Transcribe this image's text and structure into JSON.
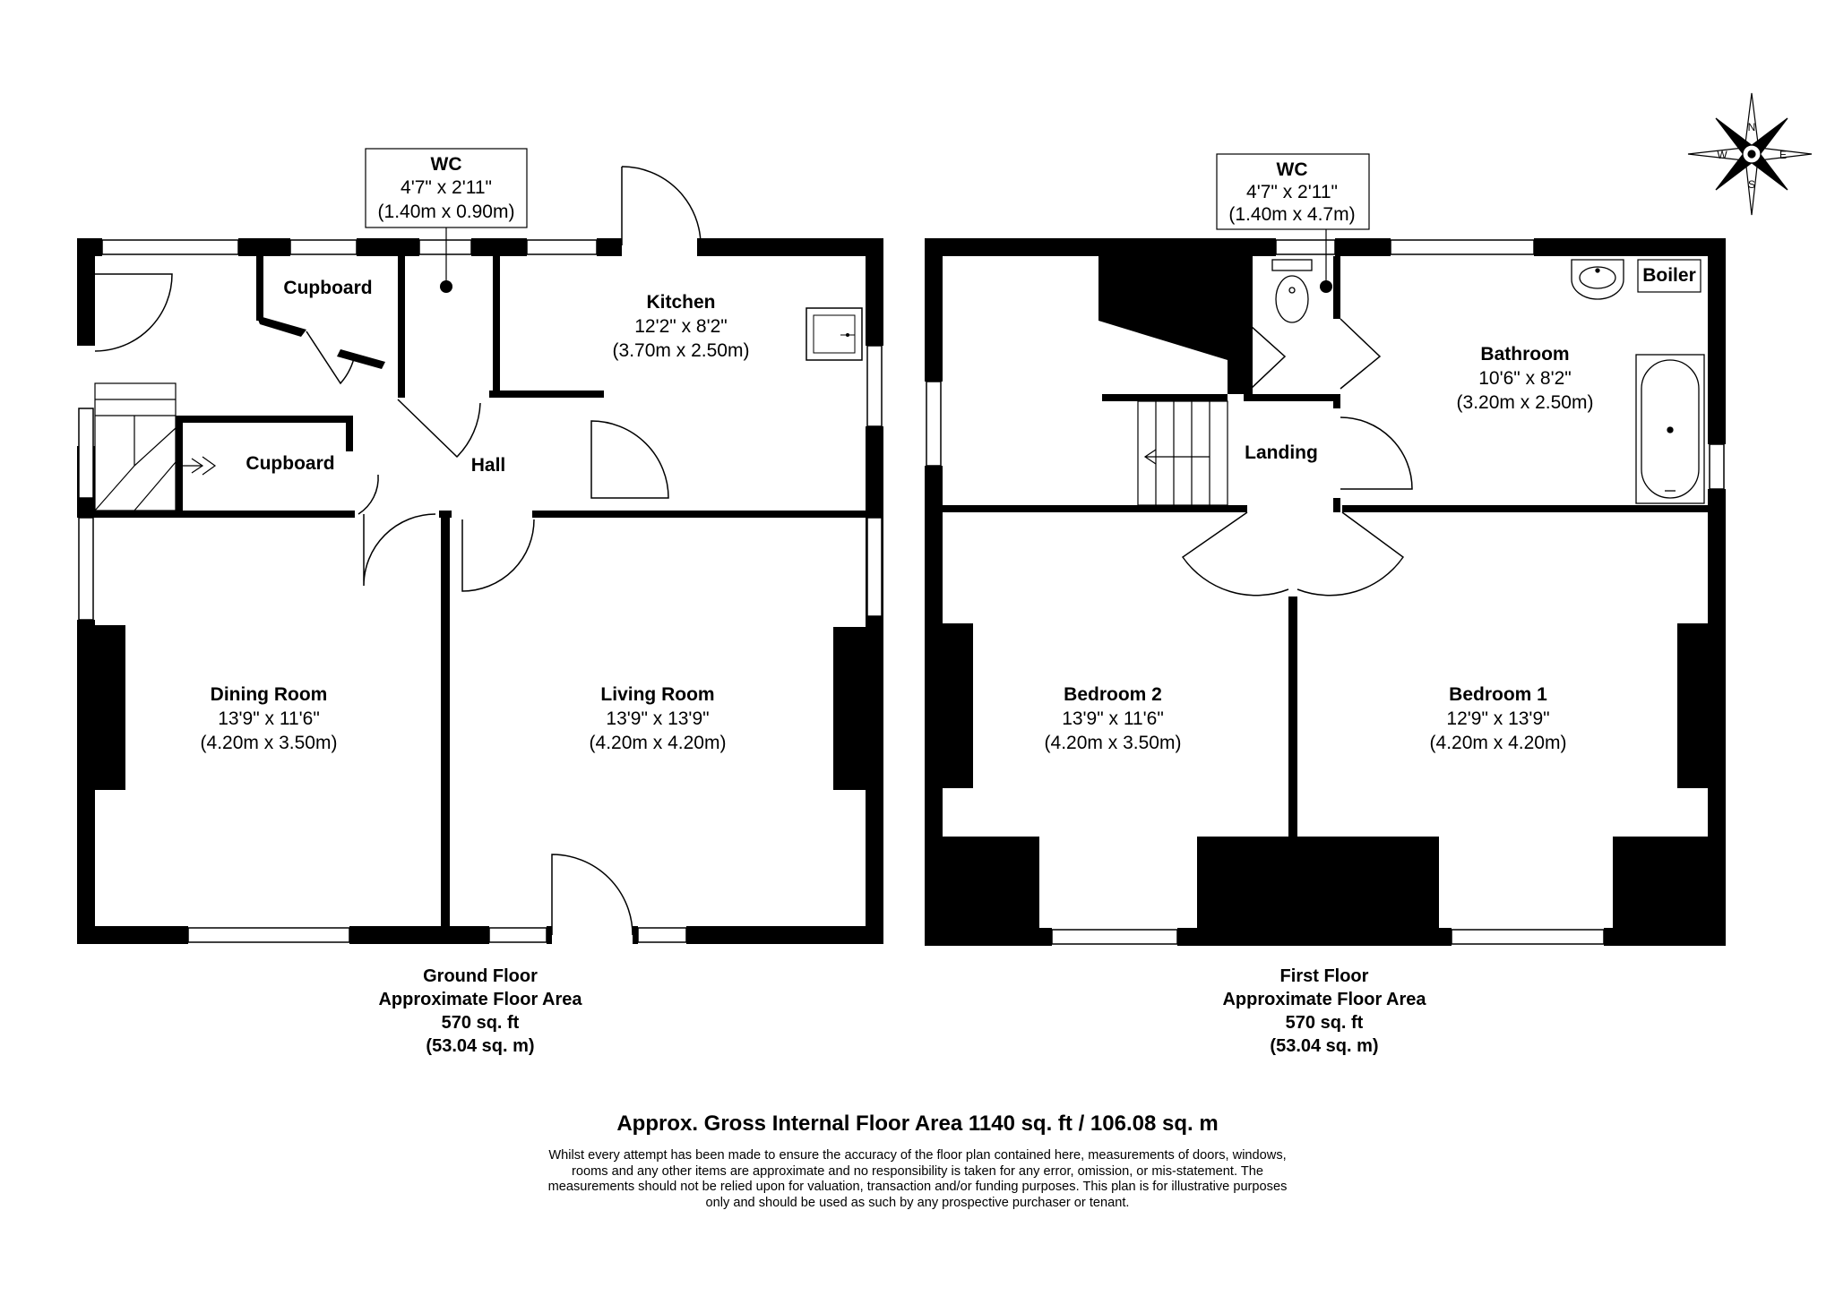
{
  "ground_floor": {
    "rooms": {
      "wc": {
        "name": "WC",
        "size_imperial": "4'7\" x 2'11\"",
        "size_metric": "(1.40m x 0.90m)"
      },
      "cupboard_upper": {
        "name": "Cupboard"
      },
      "cupboard_lower": {
        "name": "Cupboard"
      },
      "kitchen": {
        "name": "Kitchen",
        "size_imperial": "12'2\" x 8'2\"",
        "size_metric": "(3.70m x 2.50m)"
      },
      "hall": {
        "name": "Hall"
      },
      "dining_room": {
        "name": "Dining Room",
        "size_imperial": "13'9\" x 11'6\"",
        "size_metric": "(4.20m x 3.50m)"
      },
      "living_room": {
        "name": "Living Room",
        "size_imperial": "13'9\" x 13'9\"",
        "size_metric": "(4.20m x 4.20m)"
      }
    },
    "caption": [
      "Ground Floor",
      "Approximate Floor Area",
      "570 sq. ft",
      "(53.04 sq. m)"
    ]
  },
  "first_floor": {
    "rooms": {
      "wc": {
        "name": "WC",
        "size_imperial": "4'7\" x 2'11\"",
        "size_metric": "(1.40m x 4.7m)"
      },
      "boiler": {
        "name": "Boiler"
      },
      "bathroom": {
        "name": "Bathroom",
        "size_imperial": "10'6\" x 8'2\"",
        "size_metric": "(3.20m x 2.50m)"
      },
      "landing": {
        "name": "Landing"
      },
      "bedroom_2": {
        "name": "Bedroom 2",
        "size_imperial": "13'9\" x 11'6\"",
        "size_metric": "(4.20m x 3.50m)"
      },
      "bedroom_1": {
        "name": "Bedroom 1",
        "size_imperial": "12'9\" x 13'9\"",
        "size_metric": "(4.20m x 4.20m)"
      }
    },
    "caption": [
      "First Floor",
      "Approximate Floor Area",
      "570 sq. ft",
      "(53.04 sq. m)"
    ]
  },
  "compass": {
    "n": "N",
    "e": "E",
    "s": "S",
    "w": "W"
  },
  "total_area": "Approx. Gross Internal Floor Area 1140 sq. ft / 106.08 sq. m",
  "disclaimer": [
    "Whilst every attempt has been made to ensure the accuracy of the floor plan contained here, measurements of doors, windows,",
    "rooms and any other items are approximate and no responsibility is taken for any error, omission, or mis-statement. The",
    "measurements should not be relied upon for valuation, transaction and/or funding purposes. This plan is for illustrative purposes",
    "only and should be used as such by any prospective purchaser or tenant."
  ]
}
